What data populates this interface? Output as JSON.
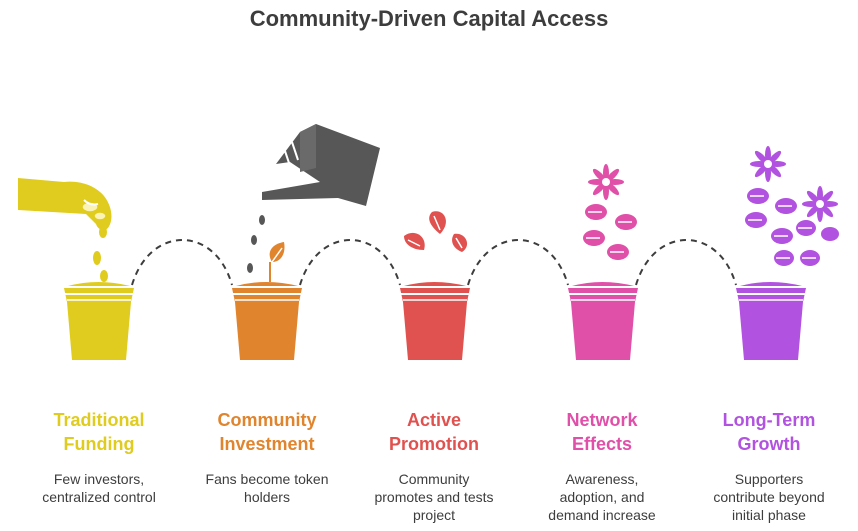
{
  "title": "Community-Driven Capital Access",
  "stages": [
    {
      "title_line1": "Traditional",
      "title_line2": "Funding",
      "desc_line1": "Few investors,",
      "desc_line2": "centralized control",
      "desc_line3": "",
      "color": "#e0cc1f",
      "illustration": "hand-dropping-seeds-icon"
    },
    {
      "title_line1": "Community",
      "title_line2": "Investment",
      "desc_line1": "Fans become token",
      "desc_line2": "holders",
      "desc_line3": "",
      "color": "#e0842e",
      "illustration": "watering-can-icon"
    },
    {
      "title_line1": "Active",
      "title_line2": "Promotion",
      "desc_line1": "Community",
      "desc_line2": "promotes and tests",
      "desc_line3": "project",
      "color": "#e0524f",
      "illustration": "sprouting-leaves-icon"
    },
    {
      "title_line1": "Network",
      "title_line2": "Effects",
      "desc_line1": "Awareness,",
      "desc_line2": "adoption, and",
      "desc_line3": "demand increase",
      "color": "#e04fa8",
      "illustration": "leaves-and-flower-icon"
    },
    {
      "title_line1": "Long-Term",
      "title_line2": "Growth",
      "desc_line1": "Supporters",
      "desc_line2": "contribute beyond",
      "desc_line3": "initial phase",
      "color": "#b252e0",
      "illustration": "blooming-plant-icon"
    }
  ]
}
